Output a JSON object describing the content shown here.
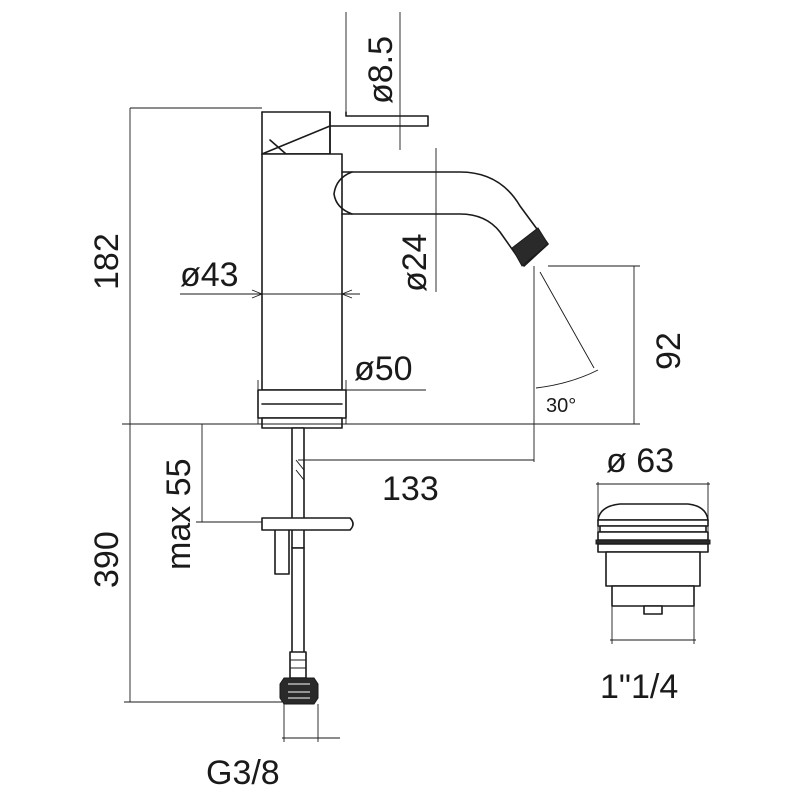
{
  "labels": {
    "lever_diameter": "ø8.5",
    "total_height": "182",
    "body_diameter": "ø43",
    "spout_diameter": "ø24",
    "base_diameter": "ø50",
    "spout_height": "92",
    "spray_angle": "30°",
    "max_counter_thickness": "max 55",
    "spout_reach": "133",
    "hose_length": "390",
    "hose_connection": "G3/8",
    "drain_diameter": "ø 63",
    "drain_thread": "1\"1/4"
  }
}
